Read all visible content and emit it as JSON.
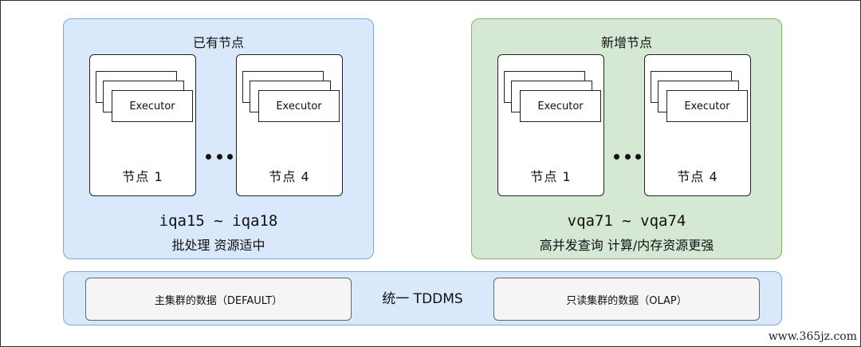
{
  "existing": {
    "title": "已有节点",
    "nodes": [
      {
        "label": "节点 1",
        "executor": "Executor"
      },
      {
        "label": "节点 4",
        "executor": "Executor"
      }
    ],
    "hosts": "iqa15 ~ iqa18",
    "desc": "批处理 资源适中"
  },
  "added": {
    "title": "新增节点",
    "nodes": [
      {
        "label": "节点 1",
        "executor": "Executor"
      },
      {
        "label": "节点 4",
        "executor": "Executor"
      }
    ],
    "hosts": "vqa71 ~ vqa74",
    "desc": "高并发查询 计算/内存资源更强"
  },
  "storage": {
    "primary": "主集群的数据（DEFAULT）",
    "center": "统一 TDDMS",
    "readonly": "只读集群的数据（OLAP）"
  },
  "colors": {
    "blue_fill": "#dae8fc",
    "blue_stroke": "#7ea6e0",
    "green_fill": "#d5e8d4",
    "green_stroke": "#82b366"
  },
  "watermark": "www.365jz.com"
}
